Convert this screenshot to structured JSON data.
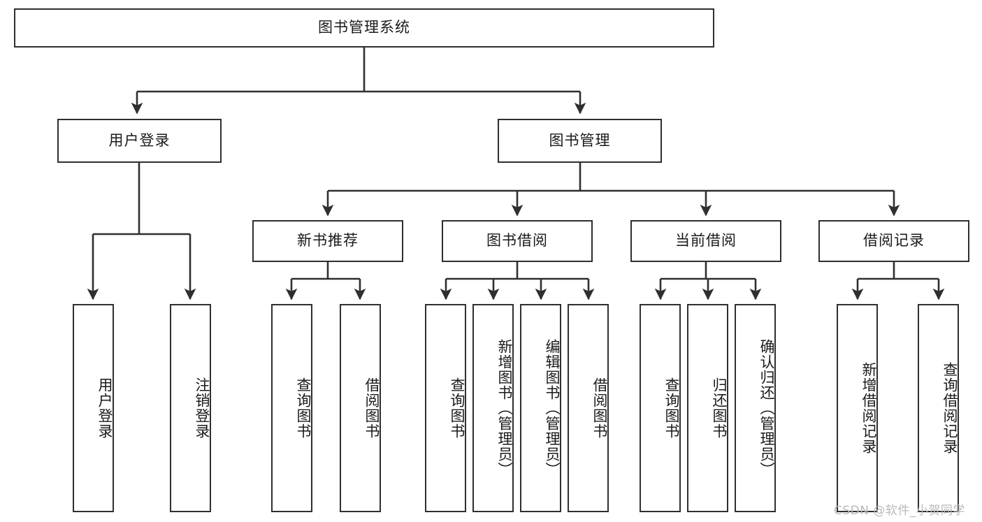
{
  "diagram": {
    "type": "tree-hierarchy-diagram",
    "title": "图书管理系统",
    "root": {
      "id": "root",
      "label": "图书管理系统"
    },
    "level1": [
      {
        "id": "user-login",
        "label": "用户登录"
      },
      {
        "id": "book-manage",
        "label": "图书管理"
      }
    ],
    "level2": [
      {
        "id": "new-book-recommend",
        "label": "新书推荐",
        "parent": "book-manage"
      },
      {
        "id": "book-borrow",
        "label": "图书借阅",
        "parent": "book-manage"
      },
      {
        "id": "current-borrow",
        "label": "当前借阅",
        "parent": "book-manage"
      },
      {
        "id": "borrow-record",
        "label": "借阅记录",
        "parent": "book-manage"
      }
    ],
    "leaves": [
      {
        "id": "leaf-user-login",
        "label": "用户登录",
        "parent": "user-login"
      },
      {
        "id": "leaf-logout-login",
        "label": "注销登录",
        "parent": "user-login"
      },
      {
        "id": "leaf-query-book-1",
        "label": "查询图书",
        "parent": "new-book-recommend"
      },
      {
        "id": "leaf-borrow-book-1",
        "label": "借阅图书",
        "parent": "new-book-recommend"
      },
      {
        "id": "leaf-query-book-2",
        "label": "查询图书",
        "parent": "book-borrow"
      },
      {
        "id": "leaf-add-book",
        "label": "新增图书（管理员）",
        "parent": "book-borrow"
      },
      {
        "id": "leaf-edit-book",
        "label": "编辑图书（管理员）",
        "parent": "book-borrow"
      },
      {
        "id": "leaf-borrow-book-2",
        "label": "借阅图书",
        "parent": "book-borrow"
      },
      {
        "id": "leaf-query-book-3",
        "label": "查询图书",
        "parent": "current-borrow"
      },
      {
        "id": "leaf-return-book",
        "label": "归还图书",
        "parent": "current-borrow"
      },
      {
        "id": "leaf-confirm-return",
        "label": "确认归还（管理员）",
        "parent": "current-borrow"
      },
      {
        "id": "leaf-add-record",
        "label": "新增借阅记录",
        "parent": "borrow-record"
      },
      {
        "id": "leaf-query-record",
        "label": "查询借阅记录",
        "parent": "borrow-record"
      }
    ]
  },
  "watermark": {
    "text": "CSDN @软件_小贺同学"
  },
  "colors": {
    "stroke": "#2f2f2f",
    "background": "#ffffff",
    "text": "#1a1a1a",
    "watermark": "#b9b9b9"
  }
}
